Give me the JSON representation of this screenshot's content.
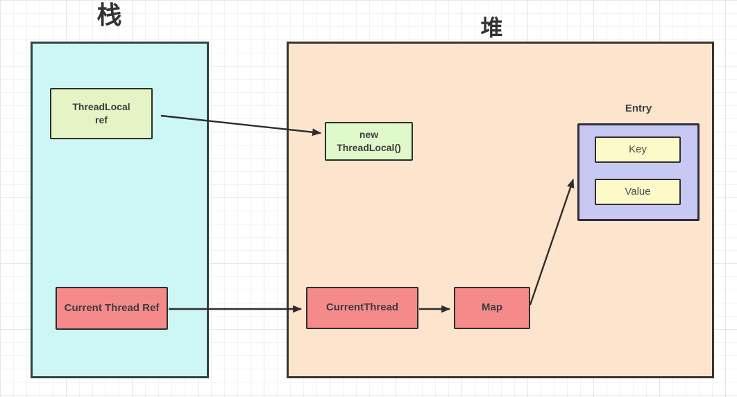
{
  "diagram": {
    "stack": {
      "title": "栈",
      "threadlocal_ref_label": "ThreadLocal\nref",
      "current_thread_ref_label": "Current Thread Ref"
    },
    "heap": {
      "title": "堆",
      "new_threadlocal_label": "new\nThreadLocal()",
      "current_thread_label": "CurrentThread",
      "map_label": "Map",
      "entry": {
        "label": "Entry",
        "key_label": "Key",
        "value_label": "Value"
      }
    },
    "edges": [
      {
        "from": "ThreadLocal ref",
        "to": "new ThreadLocal()"
      },
      {
        "from": "Current Thread Ref",
        "to": "CurrentThread"
      },
      {
        "from": "CurrentThread",
        "to": "Map"
      },
      {
        "from": "Map",
        "to": "Entry"
      }
    ],
    "colors": {
      "stack_fill": "#CDF7F5",
      "stack_border": "#2F4345",
      "heap_fill": "#FCE5CC",
      "heap_border": "#3A332A",
      "green_fill_stack": "#E4F4C4",
      "green_fill_heap": "#E0F9CA",
      "salmon_fill": "#F58A8A",
      "purple_fill": "#C8C9F2",
      "yellow_fill": "#FCFAC9",
      "arrow_color": "#2D2D2D",
      "title_text": "#333333",
      "node_text": "#3D3D3D"
    }
  }
}
